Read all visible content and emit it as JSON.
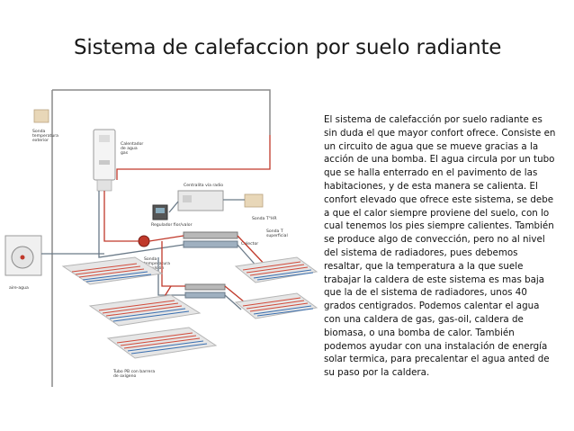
{
  "title": "Sistema de calefaccion por suelo radiante",
  "body_text": "El sistema de calefacción por suelo radiante es sin duda el que mayor confort ofrece. Consiste en un circuito de agua que se mueve gracias a la acción de una bomba. El agua circula por un tubo que se halla enterrado en el pavimento de las habitaciones, y de esta manera se calienta. El confort elevado que ofrece este sistema, se debe  a que el calor siempre proviene del suelo, con lo cual tenemos los pies siempre calientes. También se produce algo de convección, pero no al nivel del sistema de radiadores, pues debemos resaltar, que la temperatura a la que suele trabajar la caldera de este sistema es mas baja que la de el sistema de radiadores, unos 40 grados centigrados. Podemos calentar el agua con una caldera de gas, gas-oil, caldera de biomasa, o una bomba de calor. También podemos ayudar con una instalación de energía solar termica, para precalentar el agua anted de su paso por la caldera.",
  "diagram": {
    "labels": {
      "sonda_exterior": [
        "Sonda",
        "temperatura",
        "exterior"
      ],
      "calentador": [
        "Calentador",
        "de agua",
        "gas"
      ],
      "centralita": "Centralita vía radio",
      "regulador": "Regulador fior/valor",
      "sonda_thr": "Sonda T°HR",
      "sonda_superficial": [
        "Sonda T",
        "superficial"
      ],
      "colector": "Colector",
      "sonda_impulsion": [
        "Sonda",
        "temperatura",
        "impulsión"
      ],
      "aire_agua": "aire-agua",
      "tubo_pb": [
        "Tubo PB con barrera",
        "de oxígeno"
      ]
    },
    "colors": {
      "supply_pipe": "#c0392b",
      "return_pipe": "#6a7a88",
      "coil_hot": "#d24a3a",
      "coil_cold": "#3a6fb0",
      "floor_slab": "#e6e6e6"
    }
  }
}
